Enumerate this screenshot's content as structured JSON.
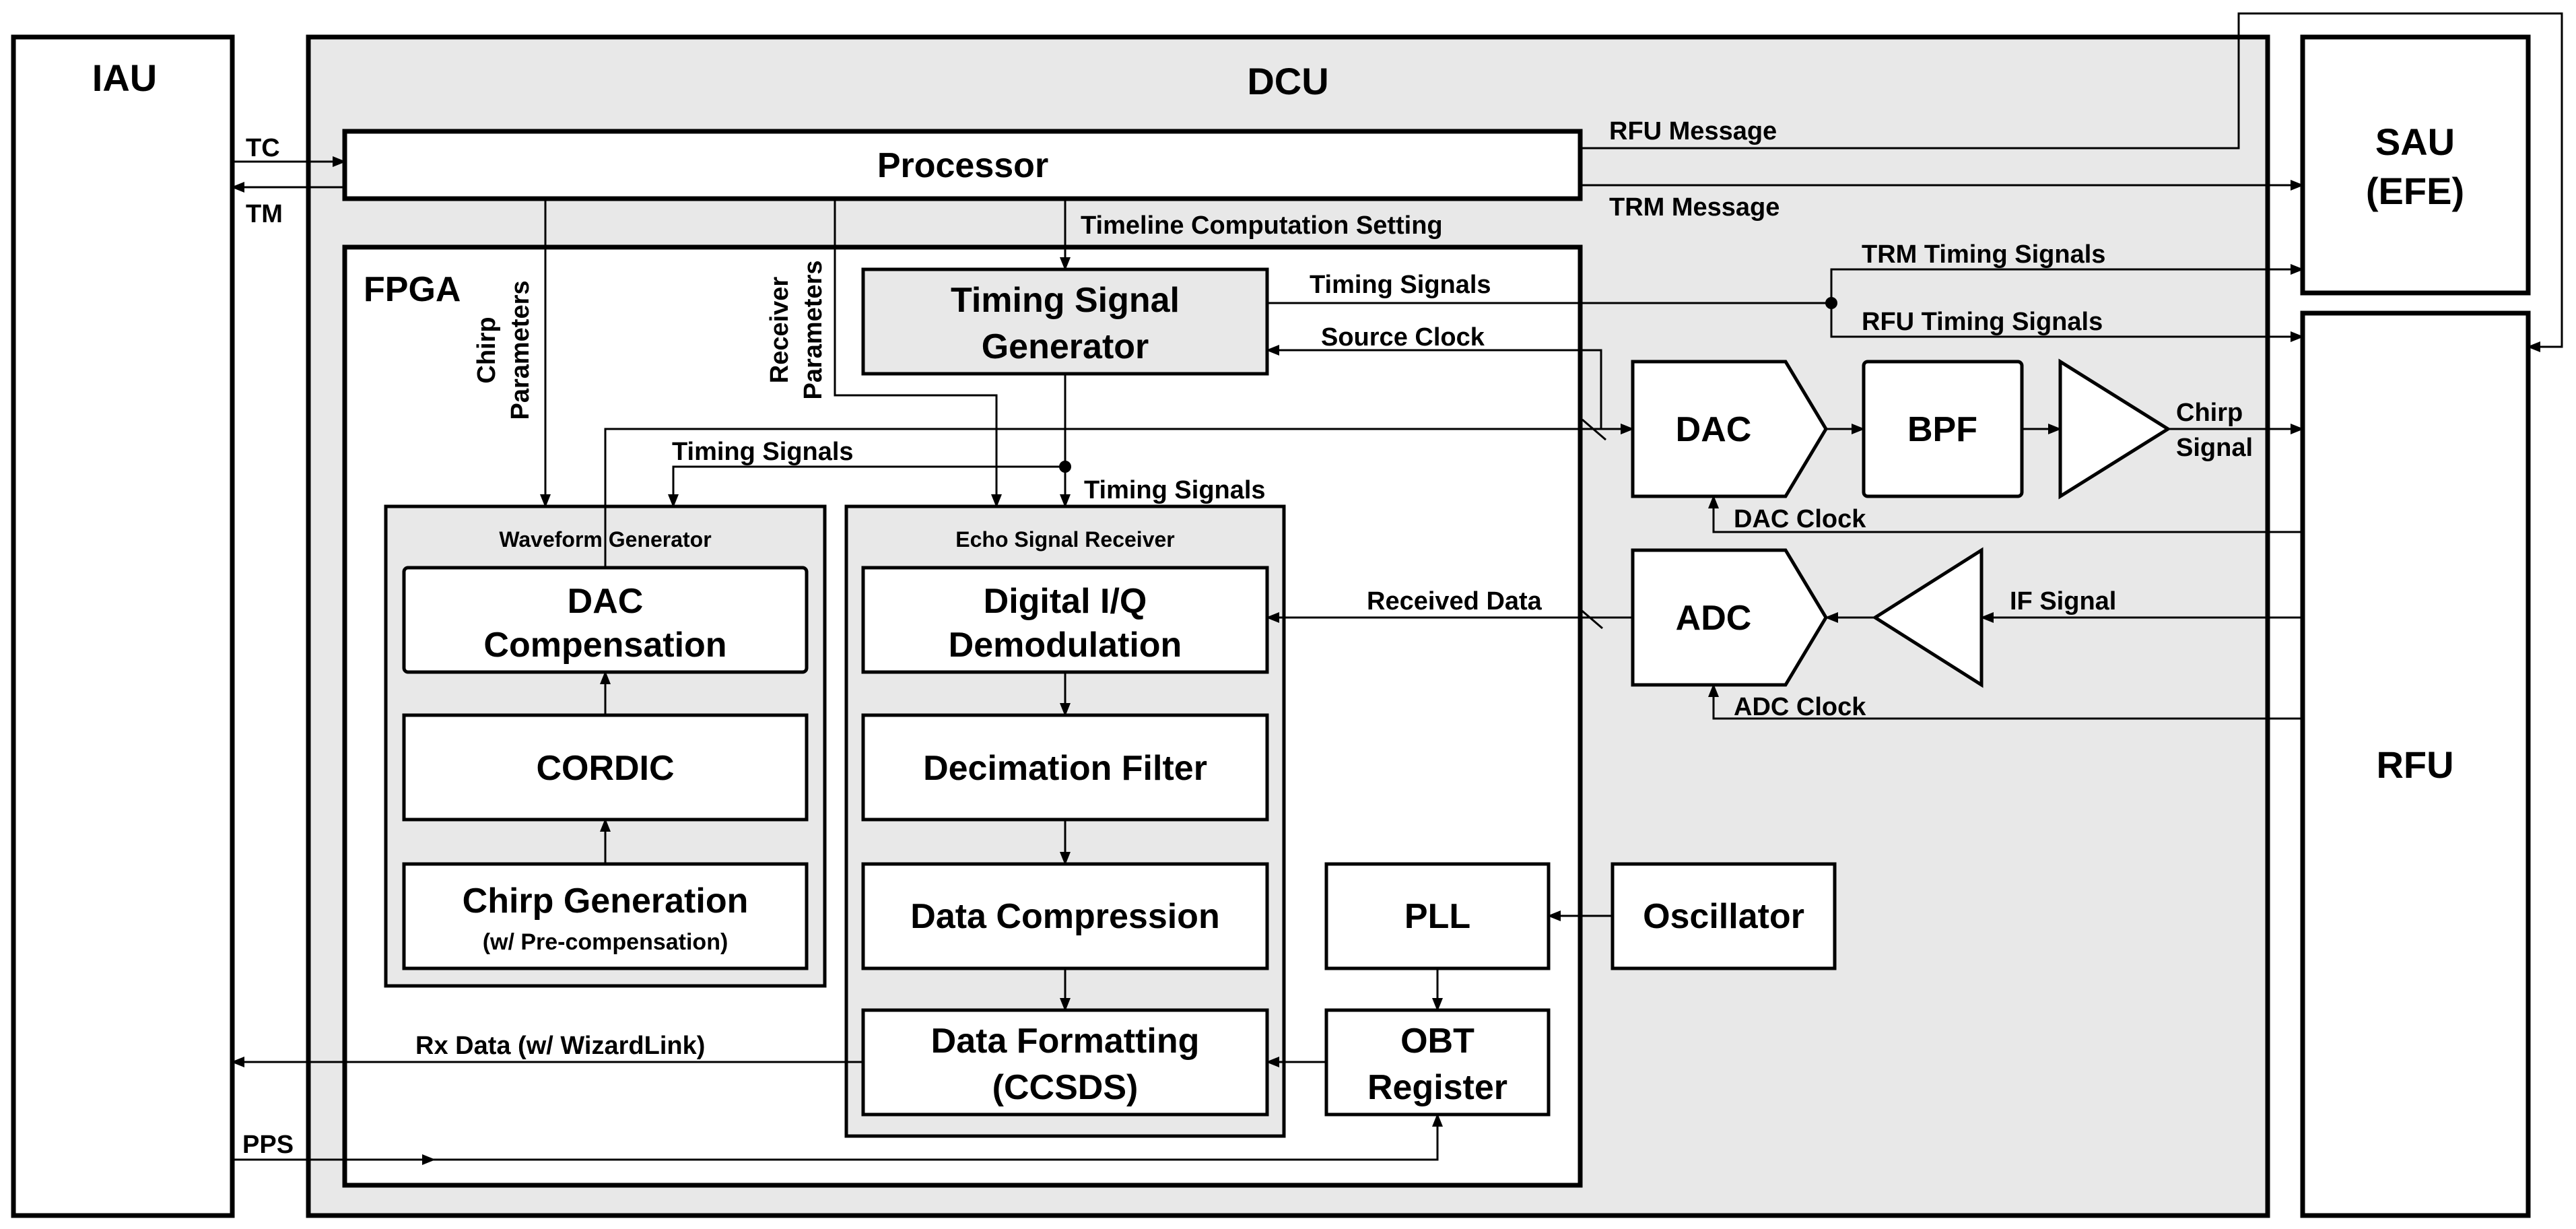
{
  "blocks": {
    "iau": "IAU",
    "dcu": "DCU",
    "sau_line1": "SAU",
    "sau_line2": "(EFE)",
    "rfu": "RFU",
    "processor": "Processor",
    "fpga": "FPGA",
    "tsg_line1": "Timing Signal",
    "tsg_line2": "Generator",
    "waveform_generator": "Waveform Generator",
    "dac_comp_line1": "DAC",
    "dac_comp_line2": "Compensation",
    "cordic": "CORDIC",
    "chirp_gen": "Chirp Generation",
    "chirp_gen_sub": "(w/ Pre-compensation)",
    "echo_receiver": "Echo Signal Receiver",
    "iq_line1": "Digital I/Q",
    "iq_line2": "Demodulation",
    "decimation": "Decimation Filter",
    "compression": "Data Compression",
    "formatting_line1": "Data Formatting",
    "formatting_line2": "(CCSDS)",
    "pll": "PLL",
    "obt_line1": "OBT",
    "obt_line2": "Register",
    "oscillator": "Oscillator",
    "dac": "DAC",
    "adc": "ADC",
    "bpf": "BPF"
  },
  "signals": {
    "tc": "TC",
    "tm": "TM",
    "rfu_message": "RFU Message",
    "trm_message": "TRM Message",
    "timeline_setting": "Timeline Computation Setting",
    "chirp_params_line1": "Chirp",
    "chirp_params_line2": "Parameters",
    "receiver_params_line1": "Receiver",
    "receiver_params_line2": "Parameters",
    "timing_signals_top": "Timing Signals",
    "source_clock": "Source Clock",
    "trm_timing": "TRM Timing Signals",
    "rfu_timing": "RFU Timing Signals",
    "timing_signals_wg": "Timing Signals",
    "timing_signals_er": "Timing Signals",
    "chirp_signal_line1": "Chirp",
    "chirp_signal_line2": "Signal",
    "dac_clock": "DAC Clock",
    "received_data": "Received Data",
    "if_signal": "IF Signal",
    "adc_clock": "ADC Clock",
    "rx_data": "Rx Data (w/ WizardLink)",
    "pps": "PPS"
  }
}
